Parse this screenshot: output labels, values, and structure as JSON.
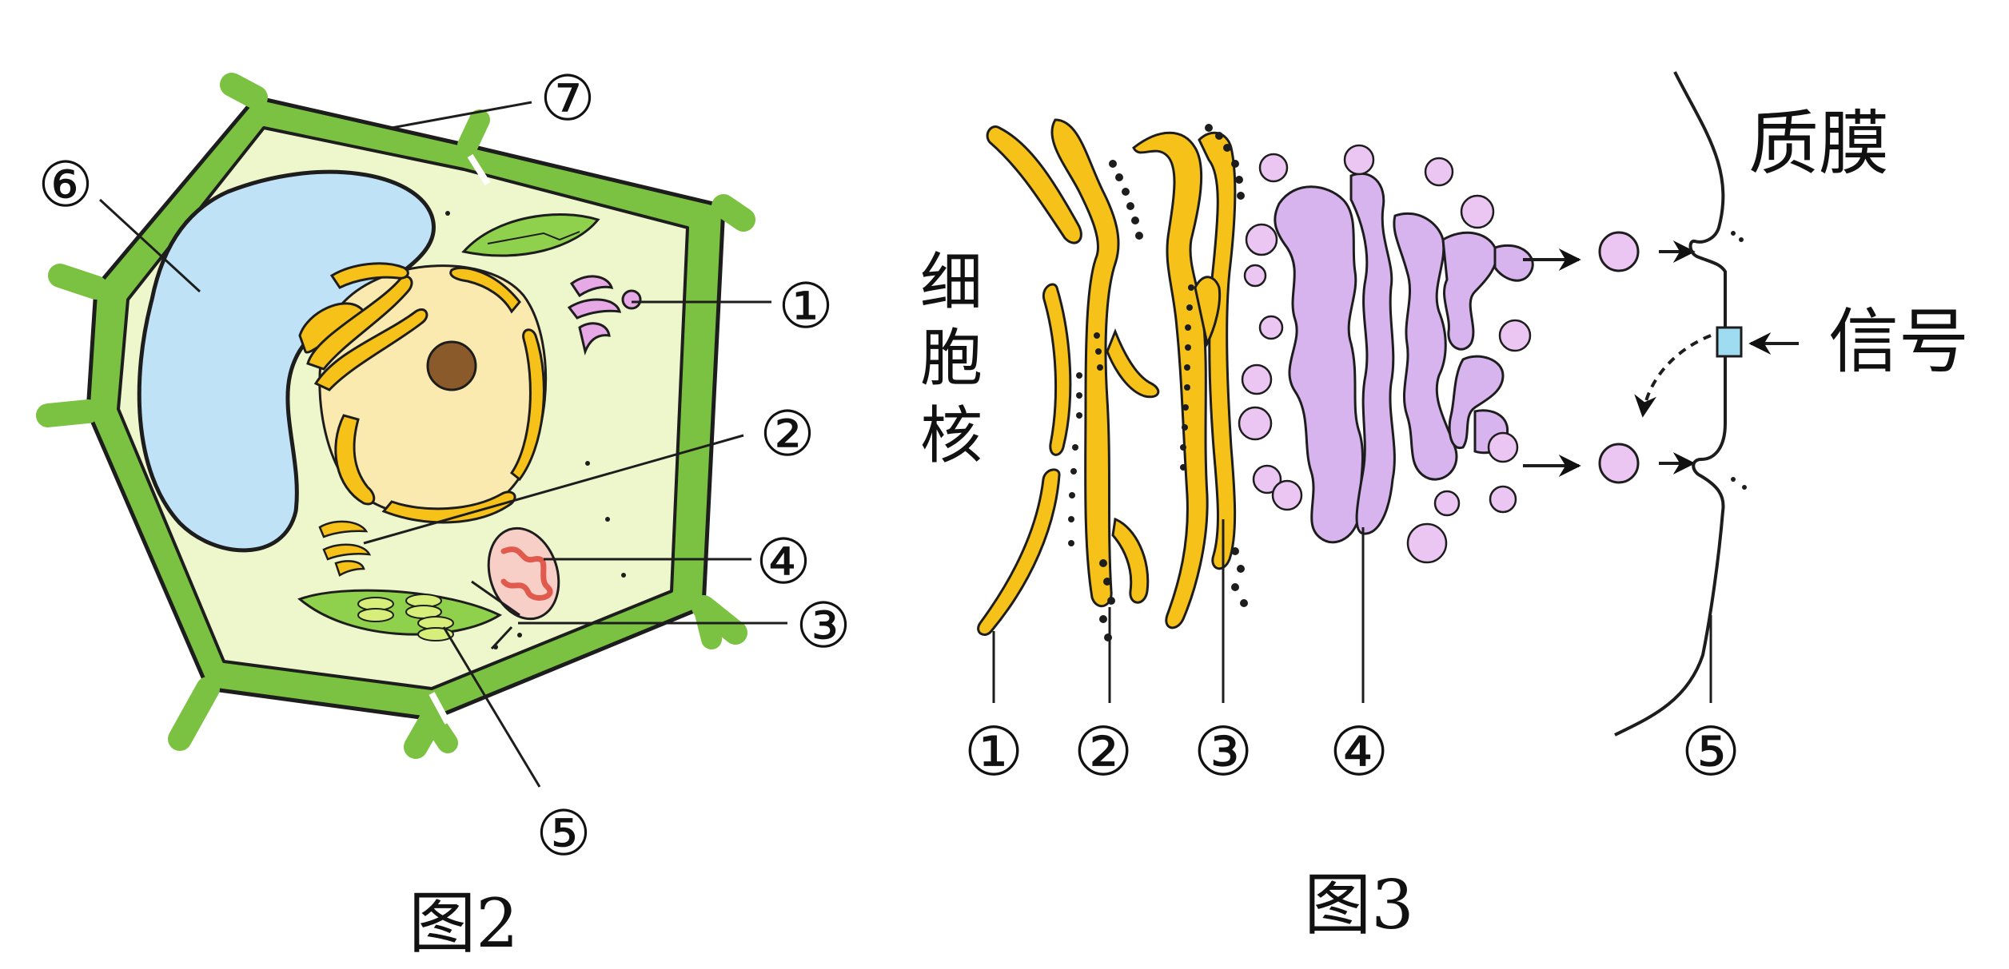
{
  "figure2": {
    "caption": "图2",
    "labels": [
      "①",
      "②",
      "③",
      "④",
      "⑤",
      "⑥",
      "⑦"
    ]
  },
  "figure3": {
    "caption": "图3",
    "bottom_labels": [
      "①",
      "②",
      "③",
      "④",
      "⑤"
    ],
    "nucleus_label": [
      "细",
      "胞",
      "核"
    ],
    "membrane_label": "质膜",
    "signal_label": "信号"
  },
  "colors": {
    "cell_wall": "#7cc242",
    "cytoplasm": "#eef6cc",
    "vacuole": "#bfe2f6",
    "nucleus": "#fbeab0",
    "nucleolus": "#8b5a2b",
    "er": "#f6c21a",
    "golgi": "#d7b4ee",
    "chloroplast": "#8fd04d",
    "mitochondrion": "#f7cfc7",
    "receptor": "#9fdcf2"
  }
}
